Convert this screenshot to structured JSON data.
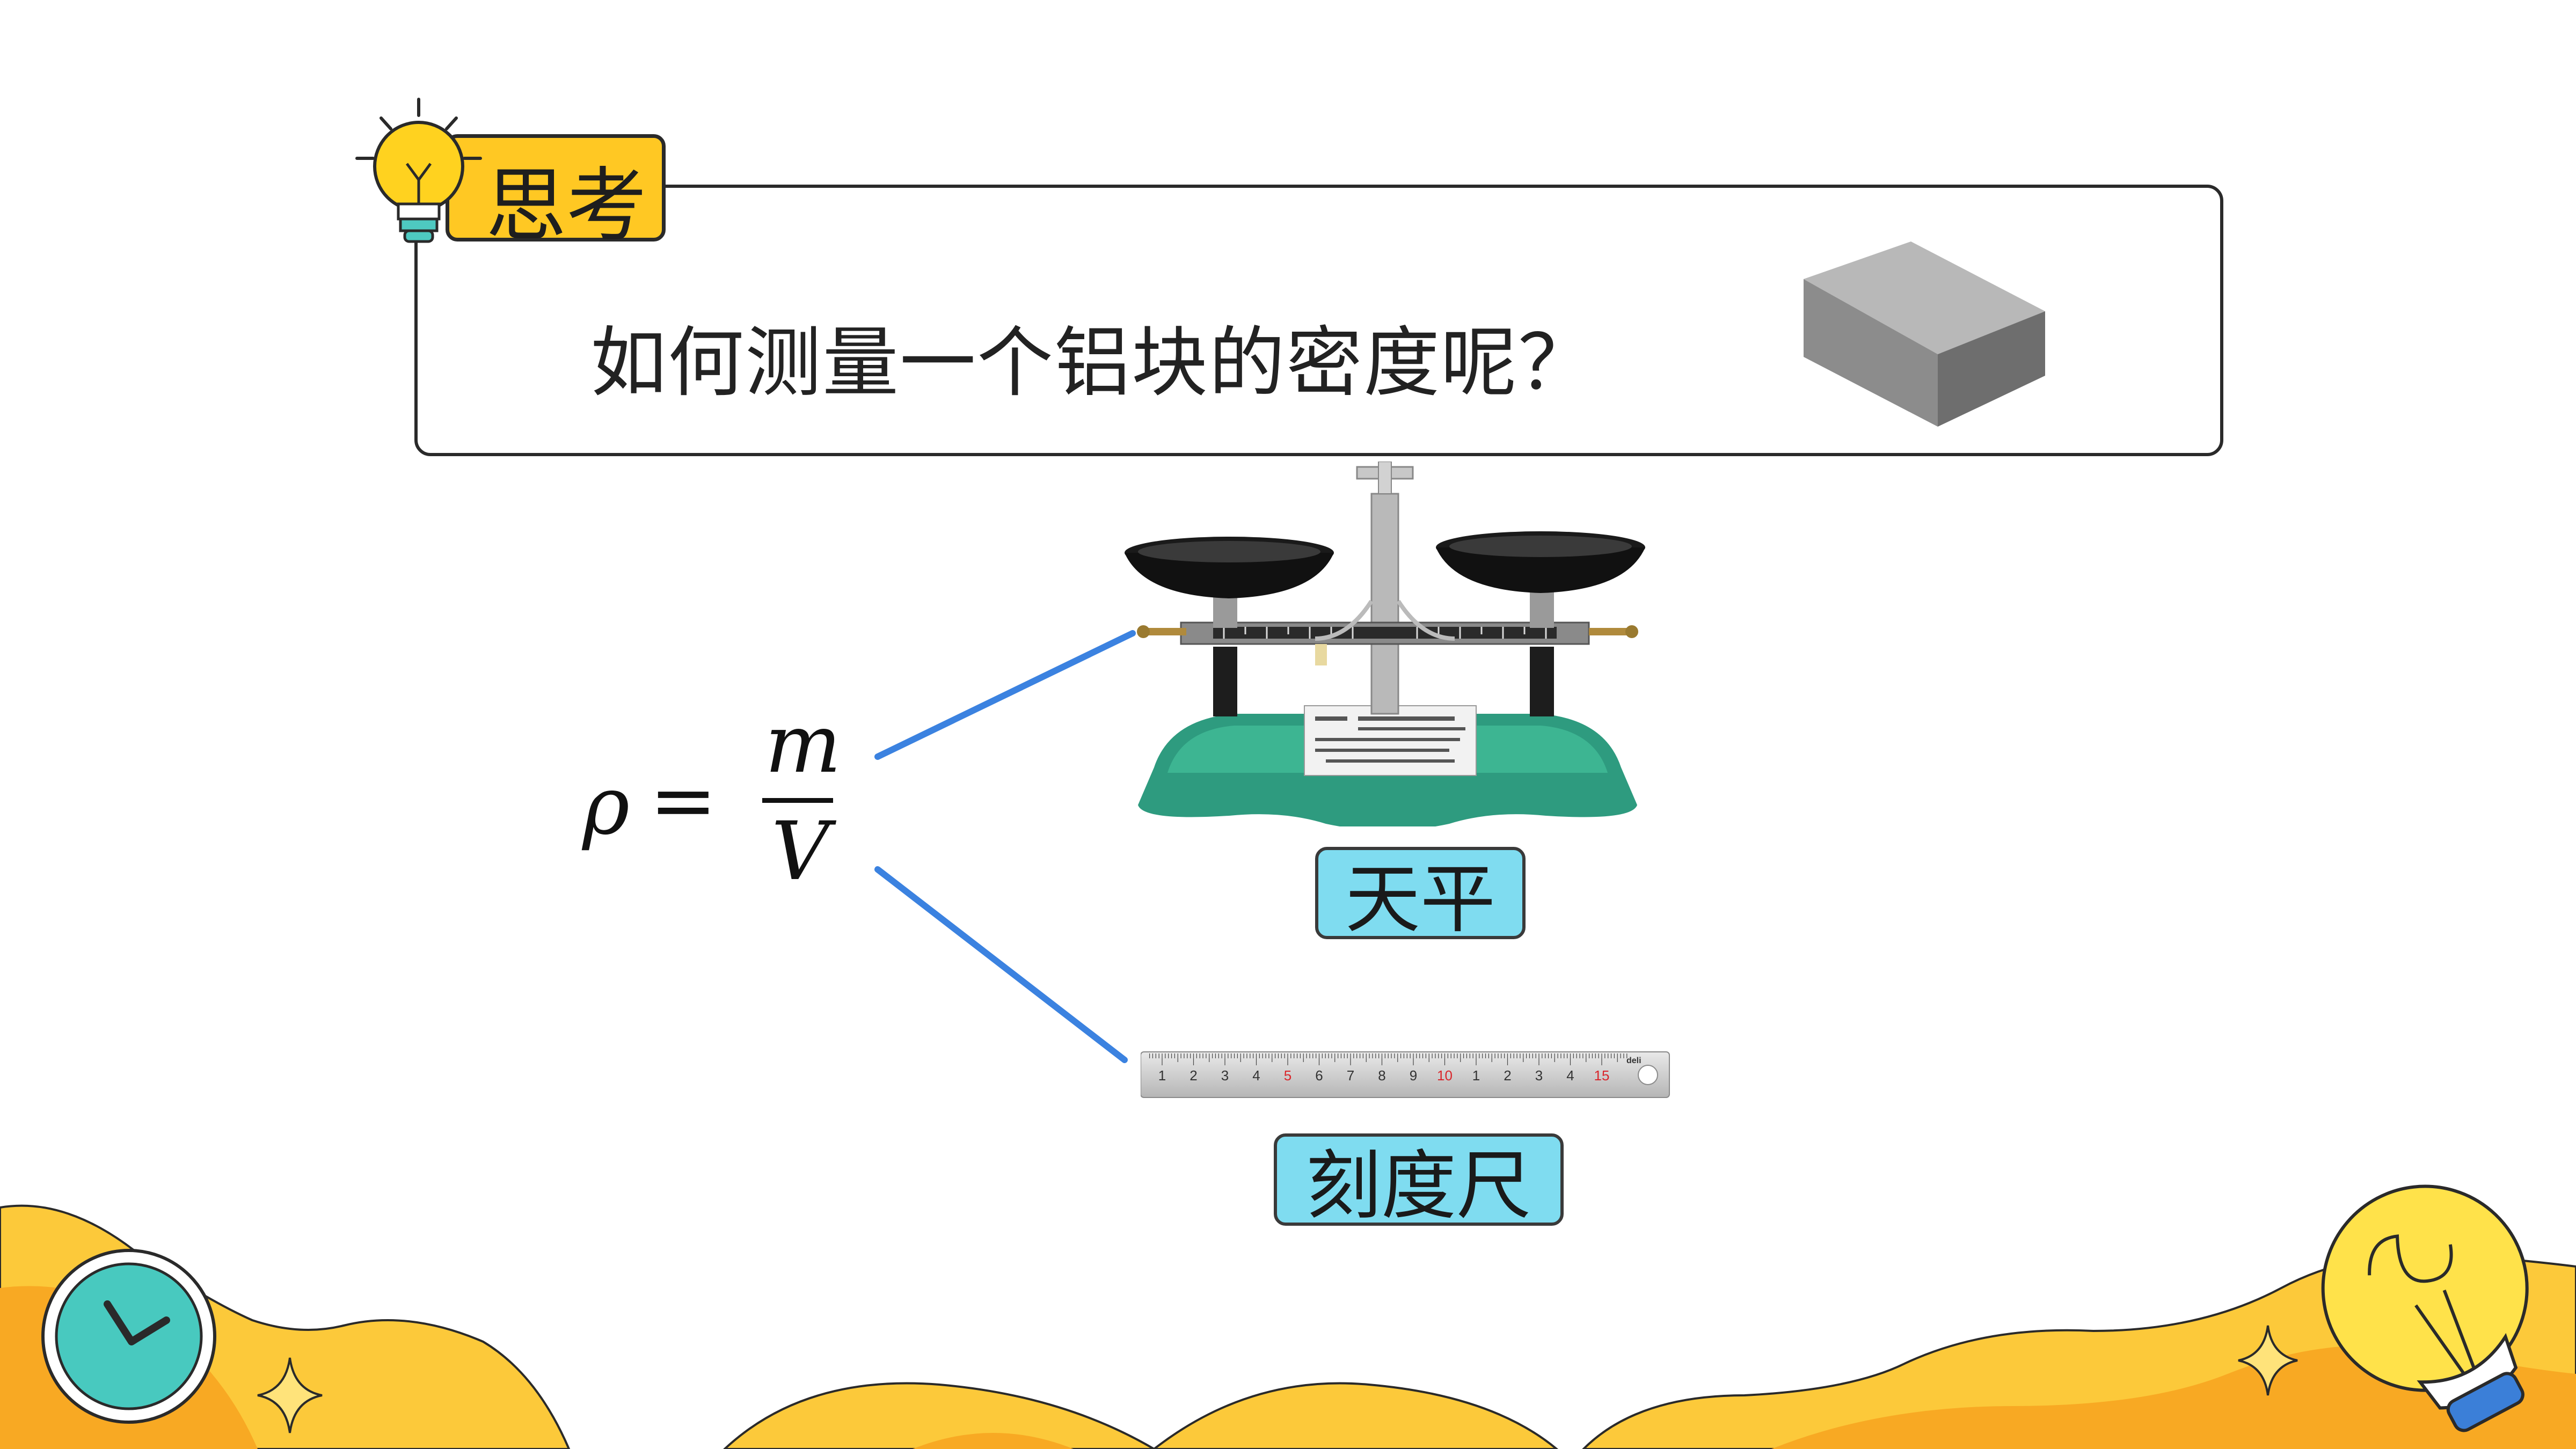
{
  "thinking_tag": {
    "label": "思考",
    "icon": "lightbulb-icon"
  },
  "question": {
    "text": "如何测量一个铝块的密度呢？",
    "image": "aluminum-block-image"
  },
  "formula": {
    "lhs": "ρ",
    "equals": "=",
    "numerator": "m",
    "denominator": "V"
  },
  "tools": [
    {
      "name": "天平",
      "image": "balance-scale-image"
    },
    {
      "name": "刻度尺",
      "image": "ruler-image"
    }
  ],
  "ruler": {
    "marks": [
      "1",
      "2",
      "3",
      "4",
      "5",
      "6",
      "7",
      "8",
      "9",
      "10",
      "1",
      "2",
      "3",
      "4",
      "15"
    ],
    "brand": "deli"
  },
  "colors": {
    "accent_yellow": "#ffc823",
    "label_blue": "#7fdcf0",
    "line_blue": "#3b82e0",
    "balance_green": "#2e9b7f",
    "bottom_orange": "#fbb42a"
  },
  "decorations": [
    "clock-icon",
    "lightbulb-icon",
    "sparkle-icon"
  ]
}
